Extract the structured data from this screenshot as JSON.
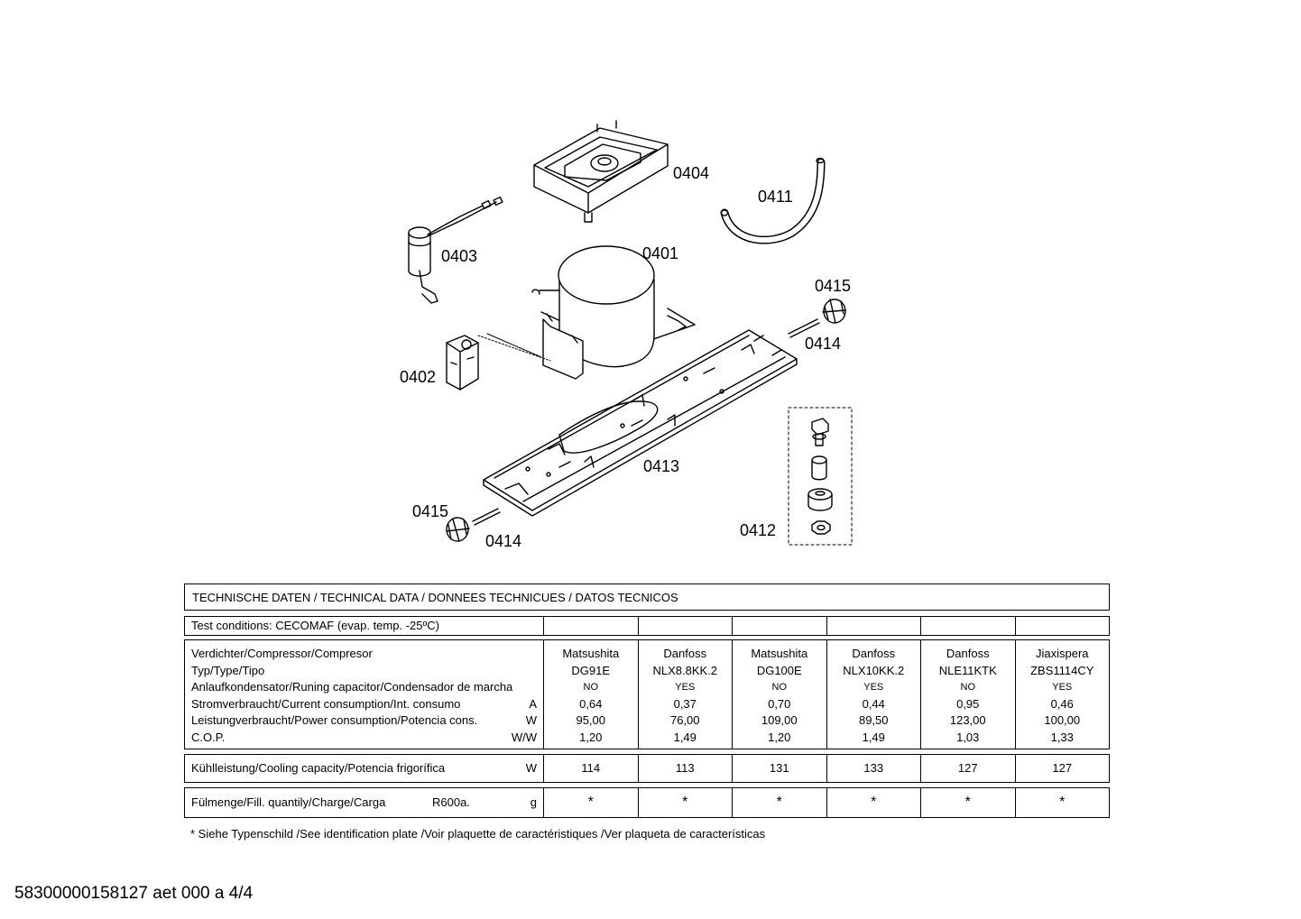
{
  "parts": {
    "p0404": "0404",
    "p0411": "0411",
    "p0403": "0403",
    "p0401": "0401",
    "p0415a": "0415",
    "p0414a": "0414",
    "p0402": "0402",
    "p0413": "0413",
    "p0415b": "0415",
    "p0414b": "0414",
    "p0412": "0412"
  },
  "table": {
    "title": "TECHNISCHE DATEN / TECHNICAL DATA / DONNEES TECHNICUES / DATOS TECNICOS",
    "test_conditions": "Test conditions:  CECOMAF (evap. temp. -25ºC)",
    "rows": {
      "compressor": "Verdichter/Compressor/Compresor",
      "type": "Typ/Type/Tipo",
      "capacitor": "Anlaufkondensator/Runing capacitor/Condensador de marcha",
      "current": "Stromverbraucht/Current consumption/Int. consumo",
      "current_unit": "A",
      "power": "Leistungverbraucht/Power consumption/Potencia cons.",
      "power_unit": "W",
      "cop": "C.O.P.",
      "cop_unit": "W/W",
      "cooling": "Kühlleistung/Cooling capacity/Potencia frigorífica",
      "cooling_unit": "W",
      "charge": "Fülmenge/Fill. quantily/Charge/Carga",
      "charge_refrigerant": "R600a.",
      "charge_unit": "g"
    },
    "columns": [
      {
        "maker": "Matsushita",
        "type": "DG91E",
        "capacitor": "NO",
        "current": "0,64",
        "power": "95,00",
        "cop": "1,20",
        "cooling": "114",
        "charge": "*"
      },
      {
        "maker": "Danfoss",
        "type": "NLX8.8KK.2",
        "capacitor": "YES",
        "current": "0,37",
        "power": "76,00",
        "cop": "1,49",
        "cooling": "113",
        "charge": "*"
      },
      {
        "maker": "Matsushita",
        "type": "DG100E",
        "capacitor": "NO",
        "current": "0,70",
        "power": "109,00",
        "cop": "1,20",
        "cooling": "131",
        "charge": "*"
      },
      {
        "maker": "Danfoss",
        "type": "NLX10KK.2",
        "capacitor": "YES",
        "current": "0,44",
        "power": "89,50",
        "cop": "1,49",
        "cooling": "133",
        "charge": "*"
      },
      {
        "maker": "Danfoss",
        "type": "NLE11KTK",
        "capacitor": "NO",
        "current": "0,95",
        "power": "123,00",
        "cop": "1,03",
        "cooling": "127",
        "charge": "*"
      },
      {
        "maker": "Jiaxispera",
        "type": "ZBS1114CY",
        "capacitor": "YES",
        "current": "0,46",
        "power": "100,00",
        "cop": "1,33",
        "cooling": "127",
        "charge": "*"
      }
    ]
  },
  "footnote": "* Siehe Typenschild /See identification plate /Voir plaquette de caractéristiques /Ver plaqueta de características",
  "document_id": "58300000158127 aet 000 a 4/4"
}
